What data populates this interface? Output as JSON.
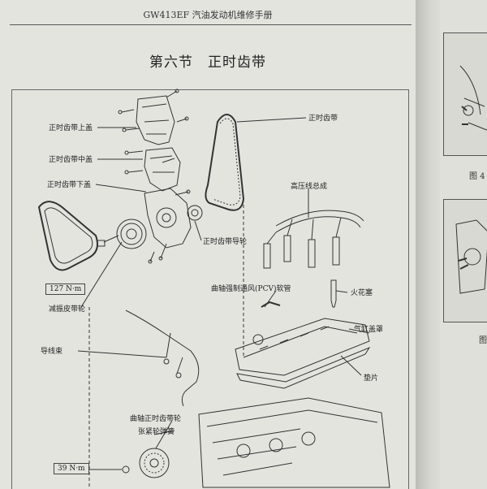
{
  "header": {
    "running_title": "GW413EF 汽油发动机维修手册"
  },
  "section": {
    "number": "第六节",
    "title": "正时齿带"
  },
  "labels": {
    "upper_cover": "正时齿带上盖",
    "middle_cover": "正时齿带中盖",
    "lower_cover": "正时齿带下盖",
    "belt": "正时齿带",
    "idler": "正时齿带导轮",
    "hv_cable": "高压线总成",
    "pcv_hose": "曲轴强制通风(PCV)软管",
    "spark_plug": "火花塞",
    "cylinder_cover": "气缸盖罩",
    "gasket": "垫片",
    "damper_pulley": "减振皮带轮",
    "harness": "导线束",
    "crank_pulley": "曲轴正时齿带轮",
    "tensioner_spring": "张紧轮弹簧"
  },
  "torque": {
    "crank_bolt": "127 N·m",
    "crank_gear_bolt": "39 N·m"
  },
  "right_page": {
    "figure_top": "图 4",
    "figure_bottom": "图"
  }
}
